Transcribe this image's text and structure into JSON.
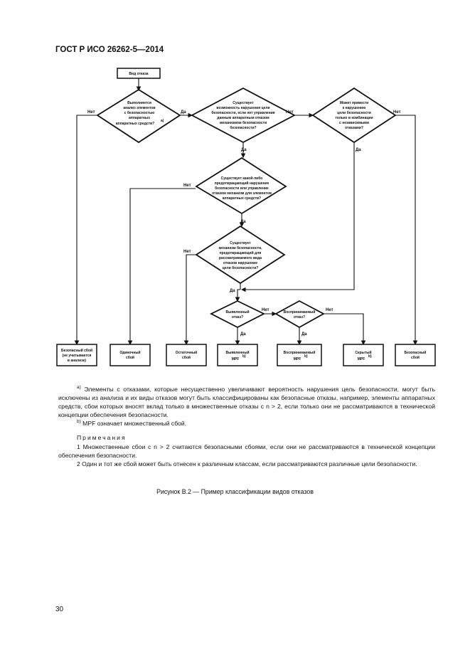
{
  "header": {
    "standard": "ГОСТ Р ИСО 26262-5—2014"
  },
  "diagram": {
    "start": "Вид отказа",
    "d1": [
      "Выполняется",
      "анализ элементов",
      "с безопасностью",
      "аппаратных",
      "аппаратных средств?"
    ],
    "d2": [
      "Существует",
      "возможность нарушения цели",
      "безопасности, если нет управления",
      "данным аппаратным отказом",
      "механизмом безопасности",
      "безопасности?"
    ],
    "d3": [
      "Может привести",
      "к нарушению",
      "цели безопасности",
      "только в комбинации",
      "с независимыми",
      "отказами?"
    ],
    "d4": [
      "Существует какой-либо",
      "предотвращающий нарушение",
      "безопасности или управление",
      "отказом механизм для элементов",
      "аппаратных средств?"
    ],
    "d5": [
      "Существует",
      "механизм безопасности,",
      "предотвращающий для",
      "рассматриваемого вида",
      "отказов нарушение",
      "цели безопасности?"
    ],
    "d6": [
      "Выявленный",
      "отказ?"
    ],
    "d7": [
      "Воспринимаемый",
      "отказ?"
    ],
    "yes": "Да",
    "no": "Нет",
    "foot_a": "a)",
    "foot_b": "b)",
    "outcomes": [
      [
        "Безопасный сбой",
        "(не учитывается",
        "в анализе)"
      ],
      [
        "Одиночный",
        "сбой"
      ],
      [
        "Остаточный",
        "сбой"
      ],
      [
        "Выявленный",
        "MPF"
      ],
      [
        "Воспринимаемый",
        "MPF"
      ],
      [
        "Скрытый",
        "MPF"
      ],
      [
        "Безопасный",
        "сбой"
      ]
    ]
  },
  "notes": {
    "footnote_a_mark": "a)",
    "footnote_a": "Элементы с отказами, которые несущественно увеличивают вероятность нарушения цель безопасности, могут быть исключены из анализа и их виды отказов могут быть классифицированы как безопасные отказы, например, элементы аппаратных средств, сбои которых вносят вклад только в множественные отказы с n > 2, если только они не рассматриваются в технической концепции обеспечения безопасности.",
    "footnote_b_mark": "b)",
    "footnote_b": "MPF означает множественный сбой.",
    "notes_title": "Примечания",
    "note1": "1 Множественные сбои с n > 2 считаются безопасными сбоями, если они не рассматриваются в технической концепции обеспечения безопасности.",
    "note2": "2 Один и тот же сбой может быть отнесен к различным классам, если рассматриваются различные цели безопасности."
  },
  "caption": "Рисунок В.2 — Пример классификации видов отказов",
  "page_number": "30"
}
